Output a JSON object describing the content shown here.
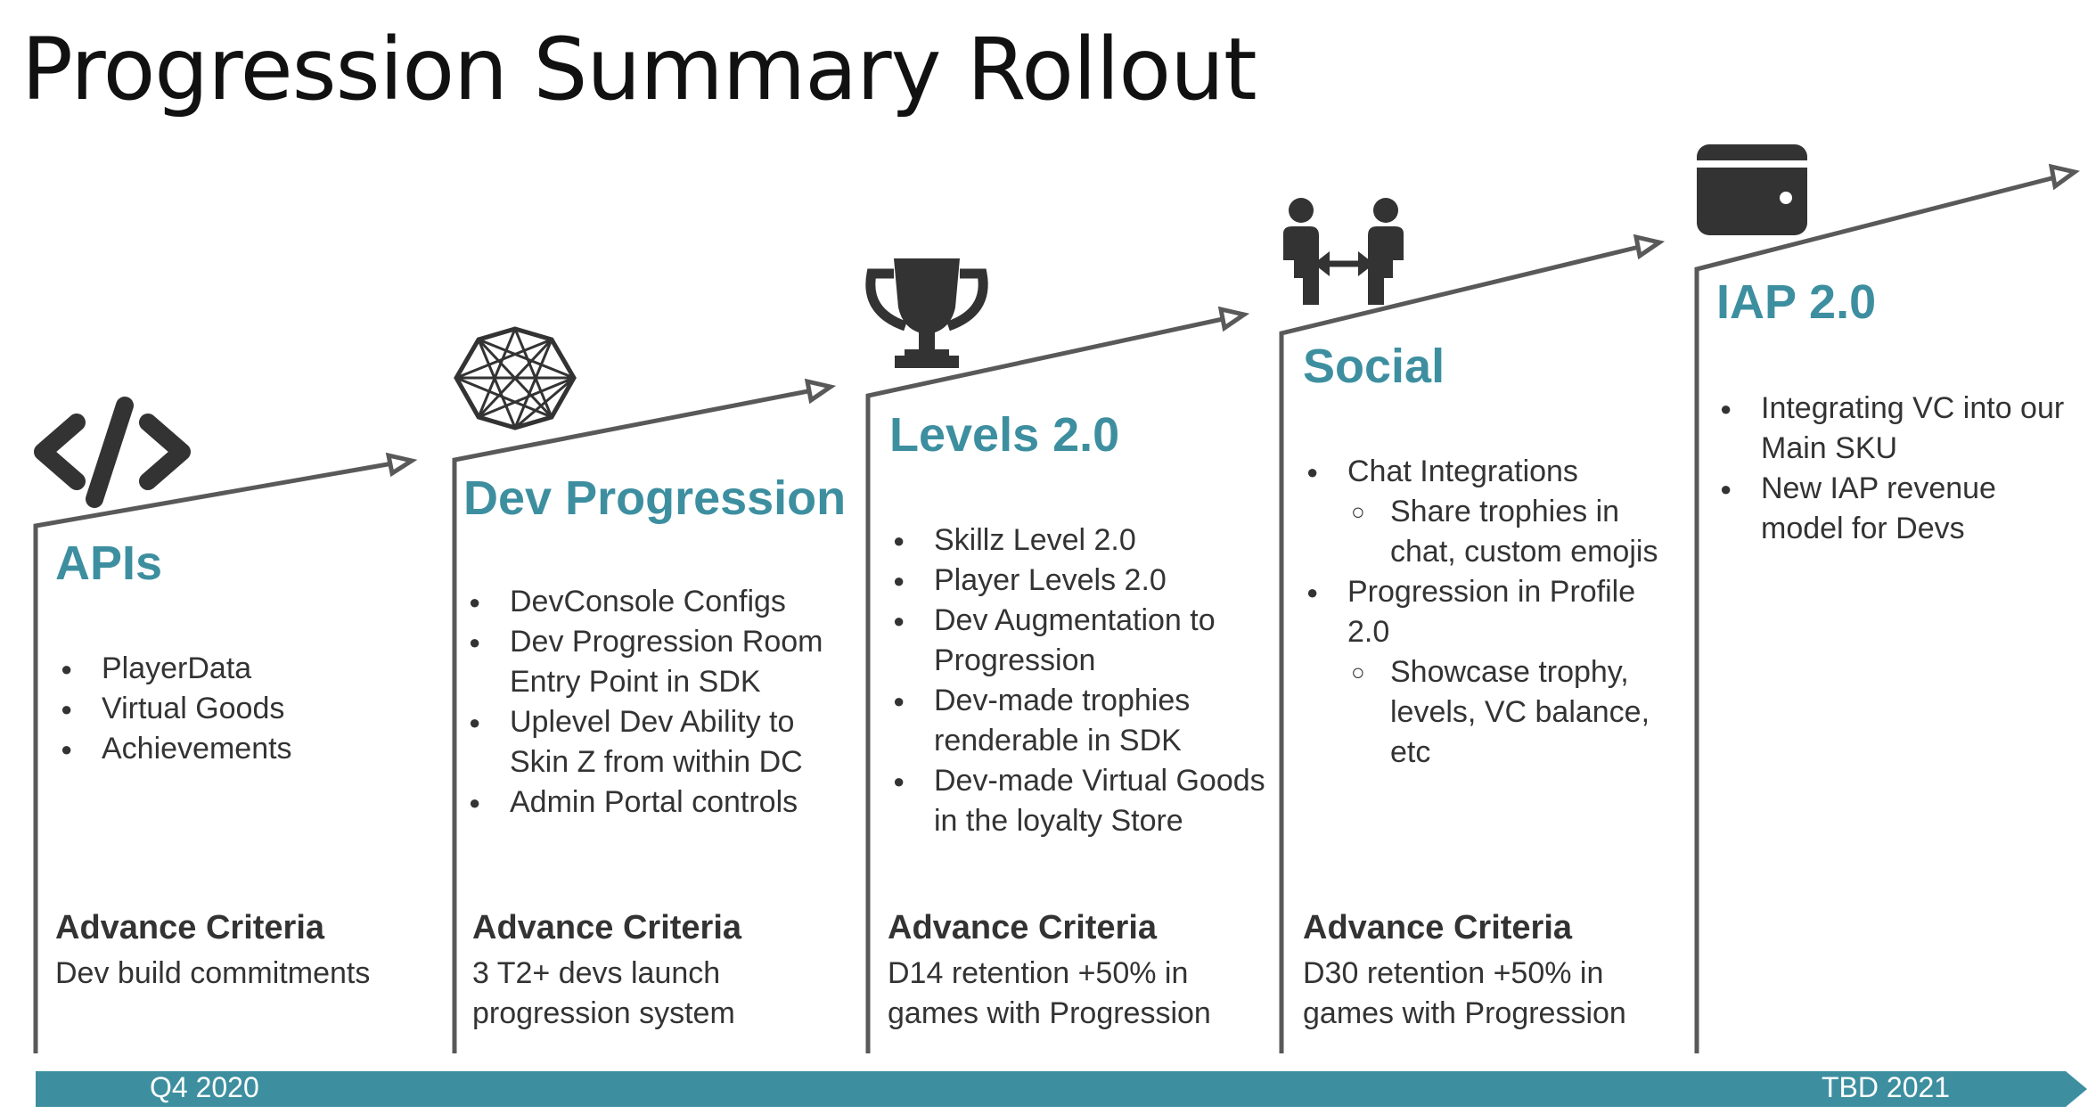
{
  "title": "Progression Summary Rollout",
  "colors": {
    "accent": "#3d8fa0",
    "timeline": "#3d8fa0",
    "line": "#595959",
    "icon": "#333333"
  },
  "timeline": {
    "start_label": "Q4 2020",
    "end_label": "TBD 2021"
  },
  "stages": [
    {
      "icon": "code-icon",
      "title": "APIs",
      "bullets": [
        {
          "text": "PlayerData"
        },
        {
          "text": "Virtual Goods"
        },
        {
          "text": "Achievements"
        }
      ],
      "criteria_heading": "Advance Criteria",
      "criteria_text": "Dev build commitments"
    },
    {
      "icon": "hexagon-network-icon",
      "title": "Dev Progression",
      "bullets": [
        {
          "text": "DevConsole Configs"
        },
        {
          "text": "Dev Progression Room Entry Point in SDK"
        },
        {
          "text": "Uplevel Dev Ability to Skin Z from within DC"
        },
        {
          "text": "Admin Portal controls"
        }
      ],
      "criteria_heading": "Advance Criteria",
      "criteria_text": "3 T2+ devs launch progression system"
    },
    {
      "icon": "trophy-icon",
      "title": "Levels 2.0",
      "bullets": [
        {
          "text": "Skillz Level 2.0"
        },
        {
          "text": "Player Levels 2.0"
        },
        {
          "text": "Dev Augmentation to Progression"
        },
        {
          "text": "Dev-made trophies renderable in SDK"
        },
        {
          "text": "Dev-made Virtual Goods in the loyalty Store"
        }
      ],
      "criteria_heading": "Advance Criteria",
      "criteria_text": "D14 retention +50% in games with Progression"
    },
    {
      "icon": "people-exchange-icon",
      "title": "Social",
      "bullets": [
        {
          "text": "Chat Integrations",
          "sub": [
            "Share trophies in chat, custom emojis"
          ]
        },
        {
          "text": "Progression in Profile 2.0",
          "sub": [
            "Showcase trophy, levels, VC balance, etc"
          ]
        }
      ],
      "criteria_heading": "Advance Criteria",
      "criteria_text": "D30 retention +50% in games with Progression"
    },
    {
      "icon": "wallet-icon",
      "title": "IAP 2.0",
      "bullets": [
        {
          "text": "Integrating VC into our Main SKU"
        },
        {
          "text": "New IAP revenue model for Devs"
        }
      ],
      "criteria_heading": "",
      "criteria_text": ""
    }
  ]
}
